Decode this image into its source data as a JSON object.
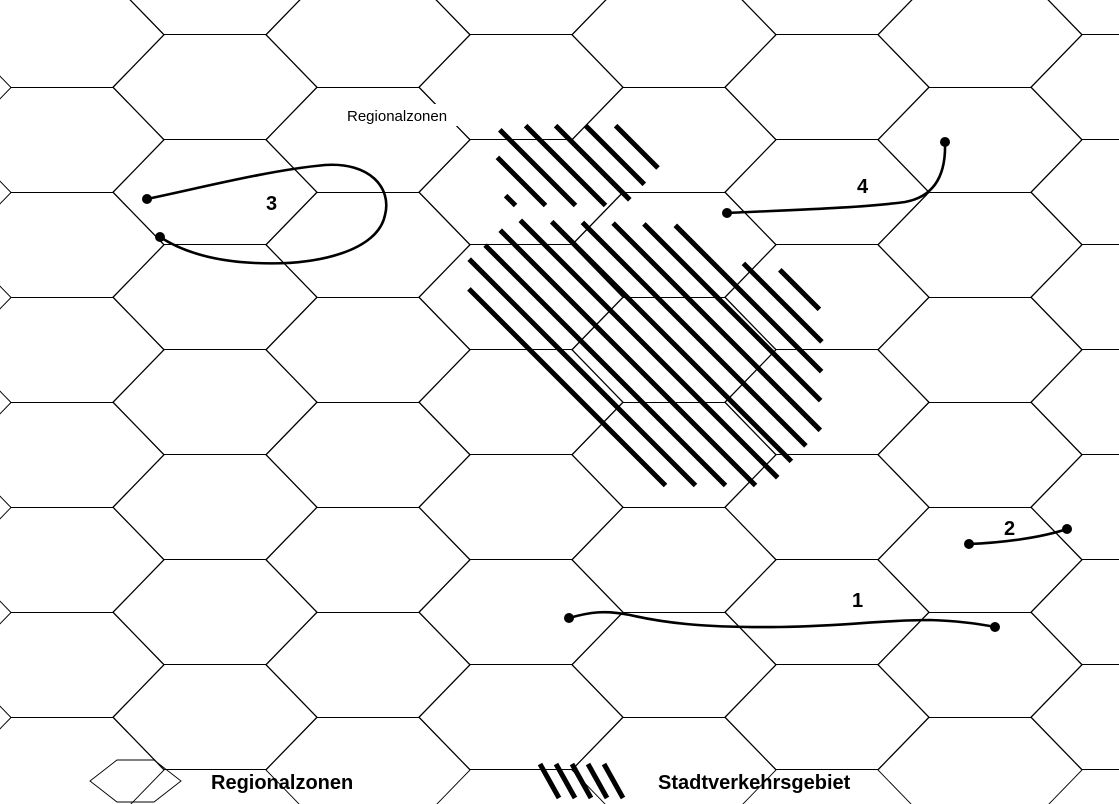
{
  "diagram": {
    "zone_label": "Regionalzonen",
    "trips": [
      {
        "label": "1"
      },
      {
        "label": "2"
      },
      {
        "label": "3"
      },
      {
        "label": "4"
      }
    ]
  },
  "legend": {
    "zones_label": "Regionalzonen",
    "urban_label": "Stadtverkehrsgebiet"
  },
  "colors": {
    "line": "#000000",
    "background": "#ffffff"
  }
}
